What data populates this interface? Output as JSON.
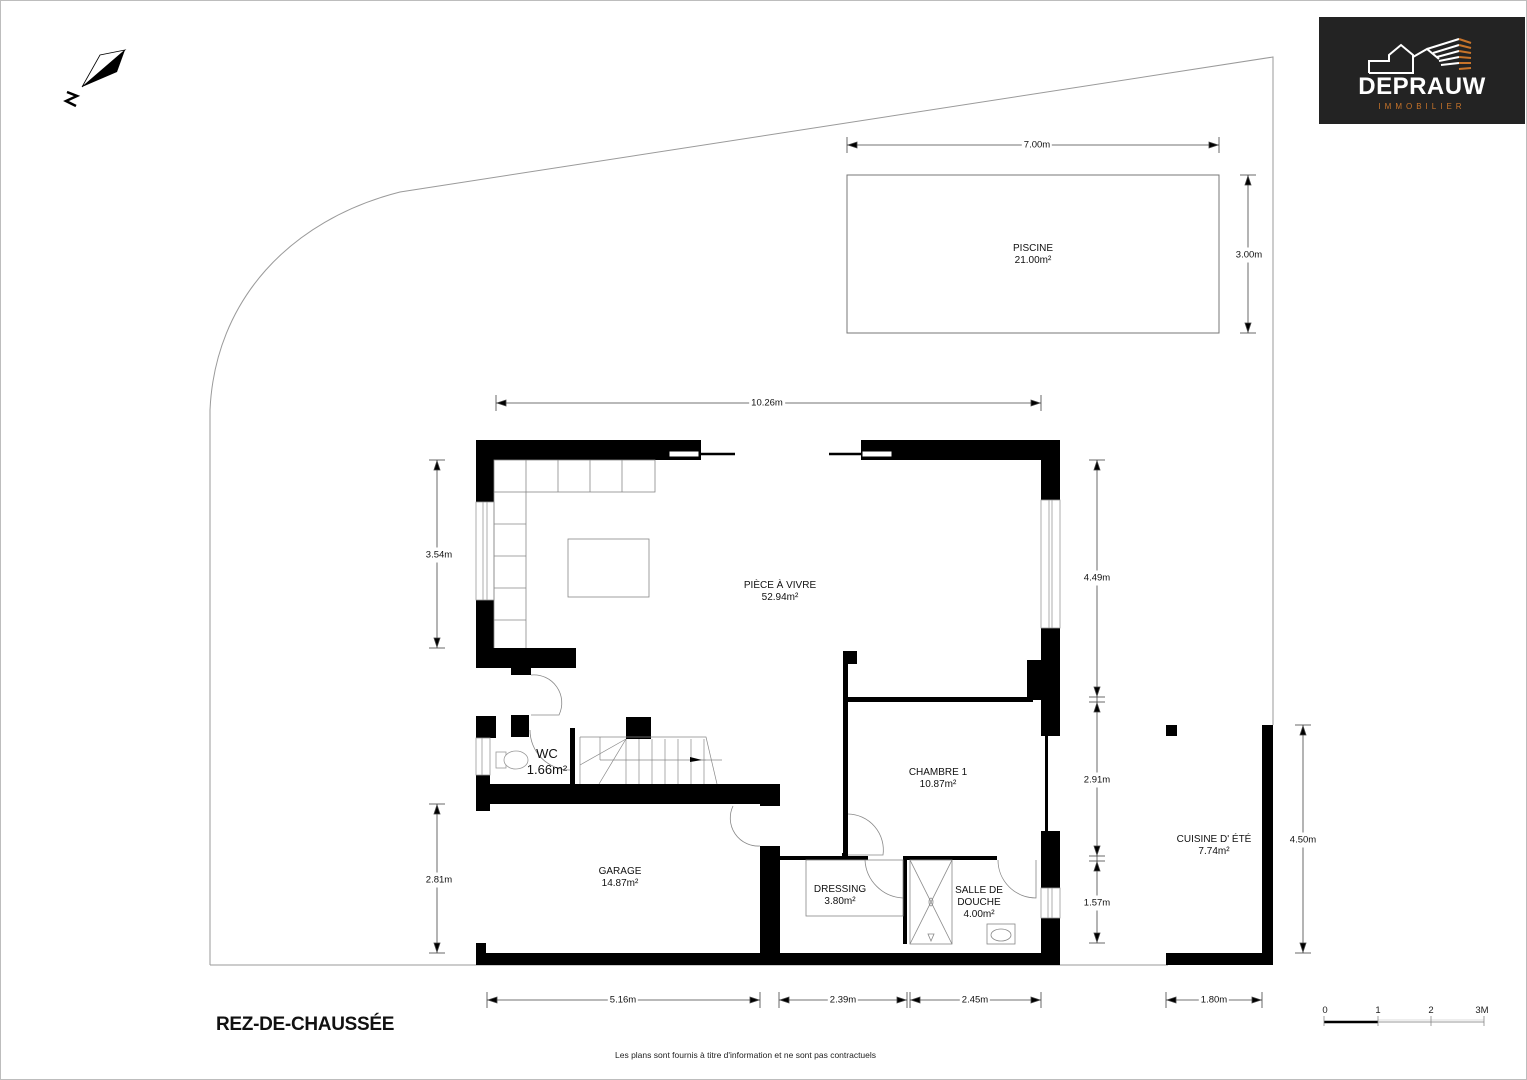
{
  "floor_title": "REZ-DE-CHAUSSÉE",
  "disclaimer": "Les plans sont fournis à titre d'information et ne sont pas contractuels",
  "logo": {
    "brand": "DEPRAUW",
    "subtitle": "IMMOBILIER",
    "accent_color": "#c8742a",
    "background_color": "#232323"
  },
  "compass": {
    "icon": "north-arrow-icon",
    "label": "N"
  },
  "rooms": [
    {
      "id": "piscine",
      "name": "PISCINE",
      "area": "21.00m²"
    },
    {
      "id": "piece-a-vivre",
      "name": "PIÈCE À VIVRE",
      "area": "52.94m²"
    },
    {
      "id": "wc",
      "name": "WC",
      "area": "1.66m²"
    },
    {
      "id": "chambre-1",
      "name": "CHAMBRE 1",
      "area": "10.87m²"
    },
    {
      "id": "garage",
      "name": "GARAGE",
      "area": "14.87m²"
    },
    {
      "id": "dressing",
      "name": "DRESSING",
      "area": "3.80m²"
    },
    {
      "id": "salle-de-douche",
      "name": "SALLE DE\nDOUCHE",
      "name_line1": "SALLE DE",
      "name_line2": "DOUCHE",
      "area": "4.00m²"
    },
    {
      "id": "cuisine-d-ete",
      "name": "CUISINE D' ÉTÉ",
      "area": "7.74m²"
    }
  ],
  "dimensions": {
    "pool_width": "7.00m",
    "pool_height": "3.00m",
    "house_width": "10.26m",
    "living_left_height": "3.54m",
    "living_right_height": "4.49m",
    "chambre_height": "2.91m",
    "douche_height": "1.57m",
    "garage_height": "2.81m",
    "garage_width": "5.16m",
    "dressing_width": "2.39m",
    "douche_width": "2.45m",
    "cuisine_width": "1.80m",
    "cuisine_height": "4.50m"
  },
  "scale_bar": {
    "ticks": [
      "0",
      "1",
      "2",
      "3M"
    ]
  }
}
